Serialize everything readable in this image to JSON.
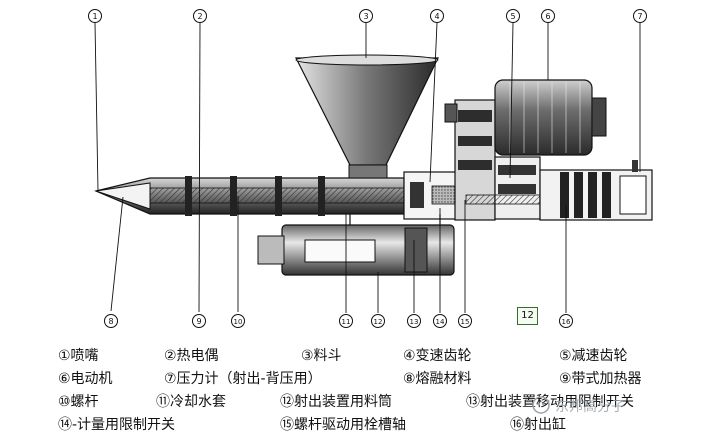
{
  "callouts": [
    "①",
    "②",
    "③",
    "④",
    "⑤",
    "⑥",
    "⑦",
    "⑧",
    "⑨",
    "⑩",
    "⑪",
    "⑫",
    "⑬",
    "⑭",
    "⑮",
    "⑯"
  ],
  "box_label": "12",
  "legend": {
    "row1": [
      "①喷嘴",
      "②热电偶",
      "③料斗",
      "④变速齿轮",
      "⑤减速齿轮"
    ],
    "row2": [
      "⑥电动机",
      "⑦压力计（射出-背压用）",
      "⑧熔融材料",
      "⑨带式加热器"
    ],
    "row3": [
      "⑩螺杆",
      "⑪冷却水套",
      "⑫射出装置用料筒",
      "⑬射出装置移动用限制开关"
    ],
    "row4": [
      "⑭-计量用限制开关",
      "⑮螺杆驱动用栓槽轴",
      "⑯射出缸"
    ]
  },
  "watermark": "东邦高分子"
}
